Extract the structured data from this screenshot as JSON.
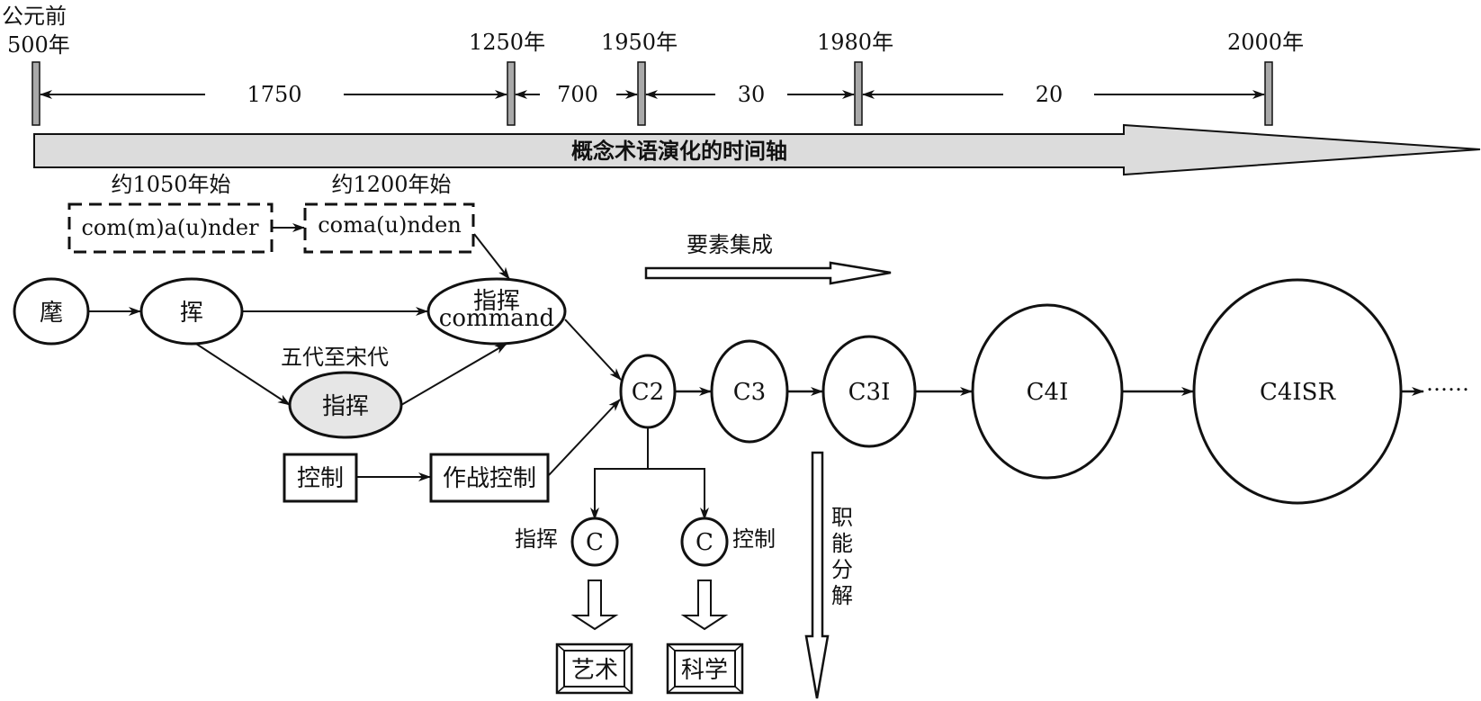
{
  "timeline": {
    "ticks": [
      {
        "line1": "公元前",
        "line2": "500年"
      },
      {
        "line1": "",
        "line2": "1250年"
      },
      {
        "line1": "",
        "line2": "1950年"
      },
      {
        "line1": "",
        "line2": "1980年"
      },
      {
        "line1": "",
        "line2": "2000年"
      }
    ],
    "spans": [
      "1750",
      "700",
      "30",
      "20"
    ],
    "axis_label": "概念术语演化的时间轴",
    "bar_color": "#dcdcdc",
    "tick_color": "#a9a9a9"
  },
  "etymology": {
    "box1": {
      "caption": "约1050年始",
      "text": "com(m)a(u)nder"
    },
    "box2": {
      "caption": "约1200年始",
      "text": "coma(u)nden"
    }
  },
  "nodes": {
    "hui_flag": "麾",
    "hui": "挥",
    "zhihui_command_cn": "指挥",
    "zhihui_command_en": "command",
    "era_label": "五代至宋代",
    "zhihui_shaded": "指挥",
    "kongzhi": "控制",
    "zuozhan_kongzhi": "作战控制",
    "c2": "C2",
    "c3": "C3",
    "c3i": "C3I",
    "c4i": "C4I",
    "c4isr": "C4ISR",
    "ellipsis": "……",
    "c_command": "C",
    "c_command_label": "指挥",
    "c_control": "C",
    "c_control_label": "控制",
    "art": "艺术",
    "science": "科学"
  },
  "annotations": {
    "integration": "要素集成",
    "decomposition": [
      "职",
      "能",
      "分",
      "解"
    ]
  },
  "colors": {
    "shaded_node": "#e6e6e6",
    "stroke": "#111111"
  }
}
